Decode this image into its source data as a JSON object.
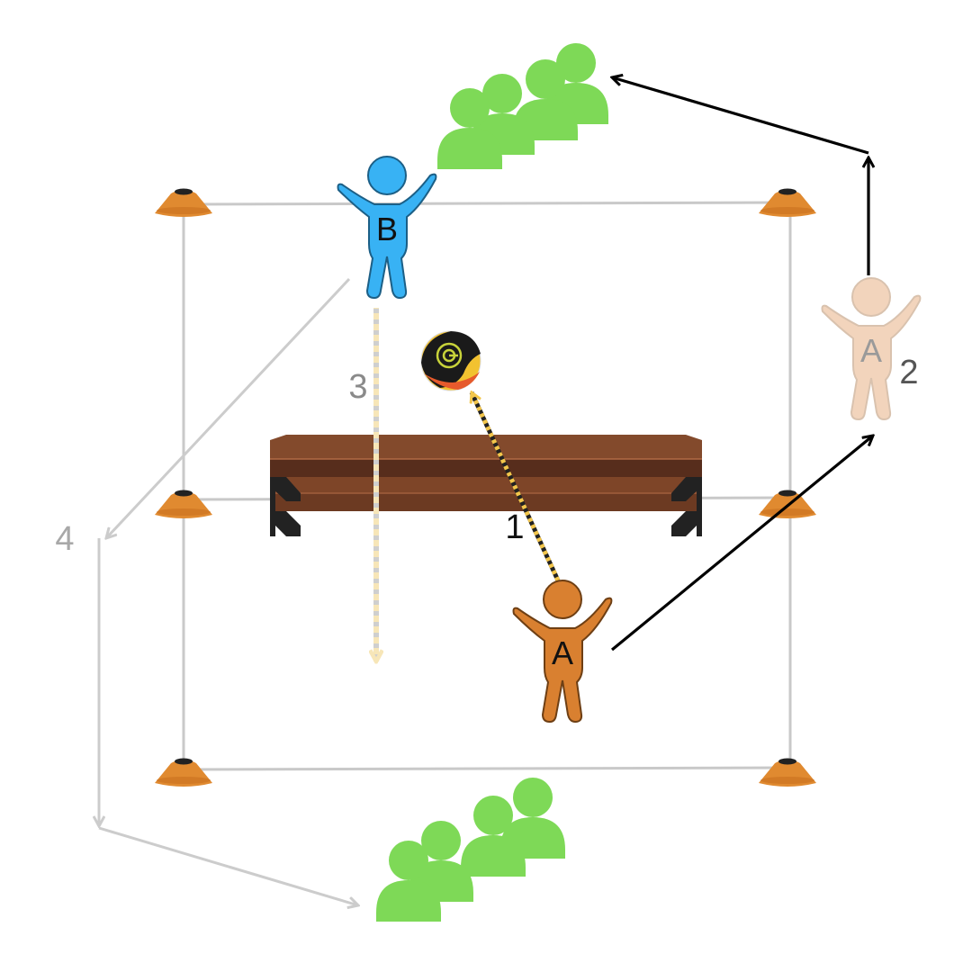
{
  "players": {
    "a_start": {
      "letter": "A",
      "color": "#D98030"
    },
    "a_end": {
      "letter": "A",
      "color": "#F2D4BC"
    },
    "b": {
      "letter": "B",
      "color": "#38B2F4"
    }
  },
  "steps": {
    "step_1": "1",
    "step_2": "2",
    "step_3": "3",
    "step_4": "4"
  },
  "icons": {
    "queue": "people-group-icon",
    "cone": "training-cone-icon",
    "ball": "spikeball-icon",
    "bench": "bench-icon"
  },
  "colors": {
    "queue_green": "#7ED957",
    "cone_orange": "#E08A30",
    "court_lines": "#C9C9C9",
    "arrow_active": "#000000",
    "arrow_faded": "#CCCCCC",
    "bench_wood": "#7E4528",
    "ball_yellow": "#F2C230"
  }
}
